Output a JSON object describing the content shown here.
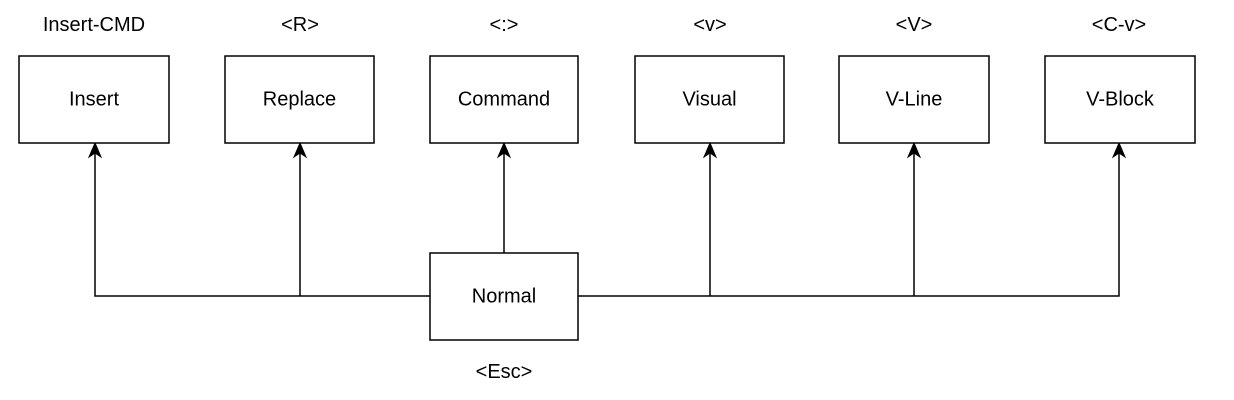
{
  "diagram": {
    "type": "vim-mode-diagram",
    "center": {
      "label": "Normal",
      "key": "<Esc>"
    },
    "modes": [
      {
        "id": "insert",
        "label": "Insert",
        "key": "Insert-CMD"
      },
      {
        "id": "replace",
        "label": "Replace",
        "key": "<R>"
      },
      {
        "id": "command",
        "label": "Command",
        "key": "<:>"
      },
      {
        "id": "visual",
        "label": "Visual",
        "key": "<v>"
      },
      {
        "id": "vline",
        "label": "V-Line",
        "key": "<V>"
      },
      {
        "id": "vblock",
        "label": "V-Block",
        "key": "<C-v>"
      }
    ],
    "edges": [
      {
        "from": "Normal",
        "to": "Insert"
      },
      {
        "from": "Normal",
        "to": "Replace"
      },
      {
        "from": "Normal",
        "to": "Command"
      },
      {
        "from": "Normal",
        "to": "Visual"
      },
      {
        "from": "Normal",
        "to": "V-Line"
      },
      {
        "from": "Normal",
        "to": "V-Block"
      }
    ],
    "colors": {
      "stroke": "#000000",
      "fill": "#ffffff",
      "text": "#000000"
    }
  }
}
